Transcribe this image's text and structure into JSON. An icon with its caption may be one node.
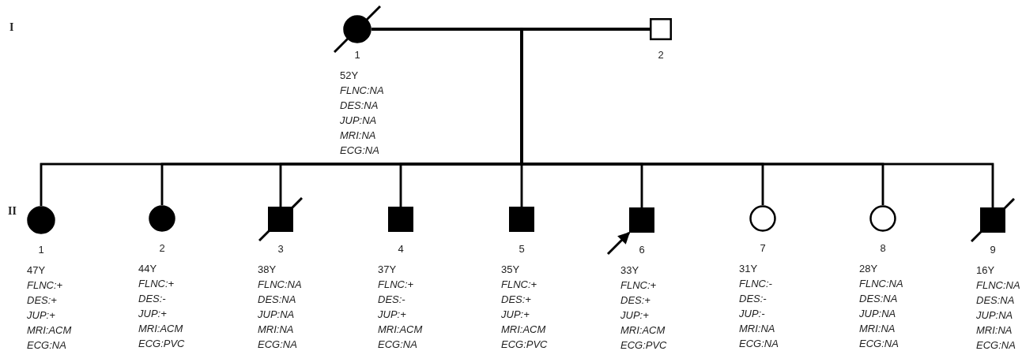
{
  "diagram": {
    "nodes": [
      {
        "text": [],
        "shape": "circle",
        "beside": [
          "1",
          "52Y",
          "FLNC:NA",
          "DES:NA",
          "JUP:NA",
          "MRI:NA",
          "ECG:NA"
        ]
      },
      {
        "text": [],
        "shape": "box",
        "beside": [
          "2"
        ]
      },
      {
        "text": [],
        "shape": "circle",
        "beside": [
          "1",
          "47Y",
          "FLNC:+",
          "DES:+",
          "JUP:+",
          "MRI:ACM",
          "ECG:NA"
        ]
      },
      {
        "text": [],
        "shape": "circle",
        "beside": [
          "2",
          "44Y",
          "FLNC:+",
          "DES:-",
          "JUP:+",
          "MRI:ACM",
          "ECG:PVC"
        ]
      },
      {
        "text": [],
        "shape": "box",
        "beside": [
          "3",
          "38Y",
          "FLNC:NA",
          "DES:NA",
          "JUP:NA",
          "MRI:NA",
          "ECG:NA"
        ]
      },
      {
        "text": [],
        "shape": "box",
        "beside": [
          "4",
          "37Y",
          "FLNC:+",
          "DES:-",
          "JUP:+",
          "MRI:ACM",
          "ECG:NA"
        ]
      },
      {
        "text": [],
        "shape": "box",
        "beside": [
          "5",
          "35Y",
          "FLNC:+",
          "DES:+",
          "JUP:+",
          "MRI:ACM",
          "ECG:PVC"
        ]
      },
      {
        "text": [],
        "shape": "box",
        "beside": [
          "6",
          "33Y",
          "FLNC:+",
          "DES:+",
          "JUP:+",
          "MRI:ACM",
          "ECG:PVC"
        ]
      },
      {
        "text": [],
        "shape": "circle",
        "beside": [
          "7",
          "31Y",
          "FLNC:-",
          "DES:-",
          "JUP:-",
          "MRI:NA",
          "ECG:NA"
        ]
      },
      {
        "text": [],
        "shape": "circle",
        "beside": [
          "8",
          "28Y",
          "FLNC:NA",
          "DES:NA",
          "JUP:NA",
          "MRI:NA",
          "ECG:NA"
        ]
      },
      {
        "text": [],
        "shape": "box",
        "beside": [
          "9",
          "16Y",
          "FLNC:NA",
          "DES:NA",
          "JUP:NA",
          "MRI:NA",
          "ECG:NA"
        ]
      }
    ],
    "edges": [
      {
        "from": 0,
        "to": 1,
        "arrow": "none"
      },
      {
        "from": 0,
        "to": 2,
        "arrow": "none"
      },
      {
        "from": 0,
        "to": 3,
        "arrow": "none"
      },
      {
        "from": 0,
        "to": 4,
        "arrow": "none"
      },
      {
        "from": 0,
        "to": 5,
        "arrow": "none"
      },
      {
        "from": 0,
        "to": 6,
        "arrow": "none"
      },
      {
        "from": 0,
        "to": 7,
        "arrow": "none"
      },
      {
        "from": 0,
        "to": 8,
        "arrow": "none"
      },
      {
        "from": 0,
        "to": 9,
        "arrow": "none"
      },
      {
        "from": 0,
        "to": 10,
        "arrow": "none"
      },
      {
        "from": 1,
        "to": 2,
        "arrow": "none"
      },
      {
        "from": 1,
        "to": 3,
        "arrow": "none"
      },
      {
        "from": 1,
        "to": 4,
        "arrow": "none"
      },
      {
        "from": 1,
        "to": 5,
        "arrow": "none"
      },
      {
        "from": 1,
        "to": 6,
        "arrow": "none"
      },
      {
        "from": 1,
        "to": 7,
        "arrow": "none"
      },
      {
        "from": 1,
        "to": 8,
        "arrow": "none"
      },
      {
        "from": 1,
        "to": 9,
        "arrow": "none"
      },
      {
        "from": 1,
        "to": 10,
        "arrow": "none"
      },
      {
        "from": null,
        "to": 7,
        "arrow": "to"
      }
    ],
    "labels": [
      "I",
      "II"
    ]
  }
}
